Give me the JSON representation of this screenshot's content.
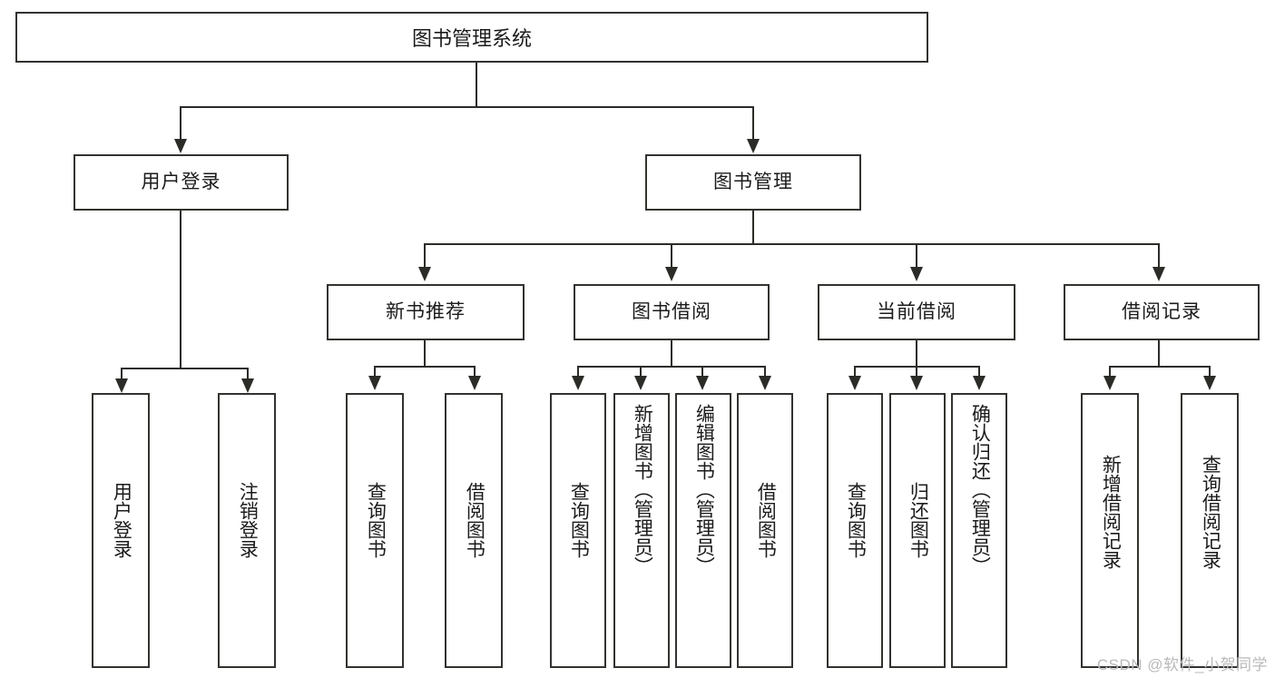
{
  "diagram": {
    "title": "图书管理系统",
    "type": "tree",
    "root": {
      "label": "图书管理系统"
    },
    "level2": [
      {
        "label": "用户登录"
      },
      {
        "label": "图书管理"
      }
    ],
    "level3": [
      {
        "label": "新书推荐"
      },
      {
        "label": "图书借阅"
      },
      {
        "label": "当前借阅"
      },
      {
        "label": "借阅记录"
      }
    ],
    "leaves": {
      "user_login": [
        {
          "label": "用户登录"
        },
        {
          "label": "注销登录"
        }
      ],
      "new_book_recommend": [
        {
          "label": "查询图书"
        },
        {
          "label": "借阅图书"
        }
      ],
      "book_borrow": [
        {
          "label": "查询图书"
        },
        {
          "label": "新增图书（管理员）"
        },
        {
          "label": "编辑图书（管理员）"
        },
        {
          "label": "借阅图书"
        }
      ],
      "current_borrow": [
        {
          "label": "查询图书"
        },
        {
          "label": "归还图书"
        },
        {
          "label": "确认归还（管理员）"
        }
      ],
      "borrow_record": [
        {
          "label": "新增借阅记录"
        },
        {
          "label": "查询借阅记录"
        }
      ]
    }
  },
  "watermark": {
    "text": "CSDN @软件_小贺同学"
  },
  "colors": {
    "stroke": "#32322f",
    "fill": "#ffffff",
    "text": "#1b1b1b",
    "watermark": "#b9b9b9"
  }
}
